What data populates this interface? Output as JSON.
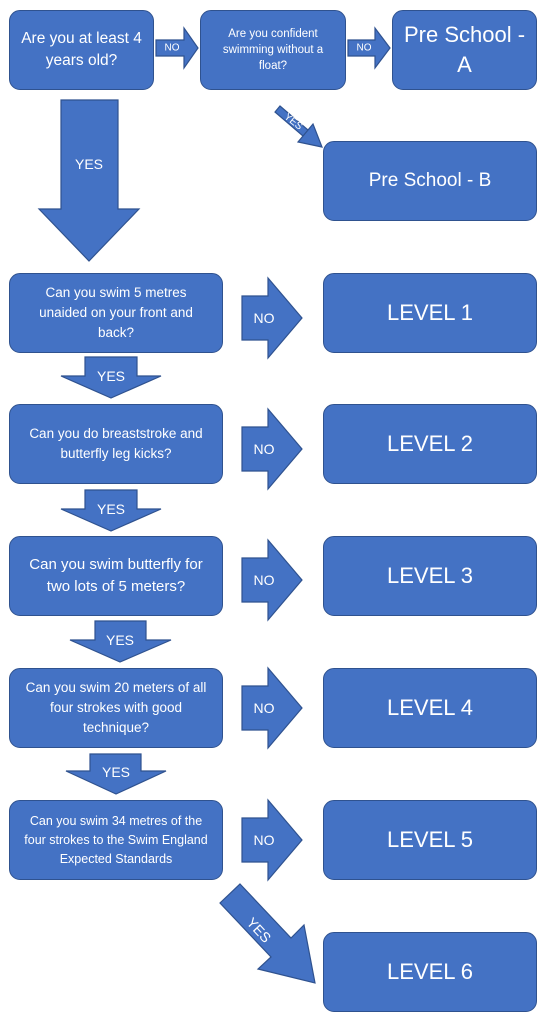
{
  "flowchart": {
    "start_question": "Are you at least 4 years old?",
    "float_question": "Are you confident swimming without a float?",
    "preschool_a": "Pre School - A",
    "preschool_b": "Pre School - B",
    "steps": [
      {
        "question": "Can you swim 5 metres unaided on your front and back?",
        "result": "LEVEL 1"
      },
      {
        "question": "Can you do breaststroke and butterfly leg kicks?",
        "result": "LEVEL 2"
      },
      {
        "question": "Can you swim butterfly for two lots of 5 meters?",
        "result": "LEVEL 3"
      },
      {
        "question": "Can you swim 20 meters of all four strokes with good technique?",
        "result": "LEVEL 4"
      },
      {
        "question": "Can you swim 34 metres of the four strokes to the Swim England Expected Standards",
        "result": "LEVEL 5"
      }
    ],
    "final_result": "LEVEL 6",
    "labels": {
      "yes": "YES",
      "no": "NO"
    }
  }
}
